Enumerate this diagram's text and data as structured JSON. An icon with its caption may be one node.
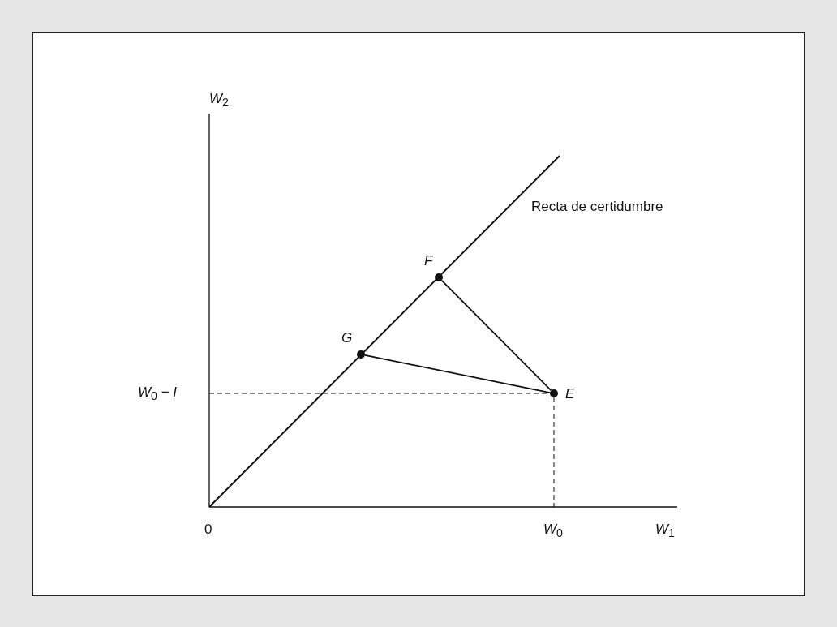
{
  "diagram": {
    "nodes": [
      {
        "text": [],
        "shape": "circle",
        "beside": [
          "F"
        ]
      },
      {
        "text": [],
        "shape": "circle",
        "beside": [
          "G"
        ]
      },
      {
        "text": [],
        "shape": "circle",
        "beside": [
          "E"
        ]
      }
    ],
    "edges": [
      {
        "from": 0,
        "to": 2,
        "arrow": "none"
      },
      {
        "from": 1,
        "to": 2,
        "arrow": "none"
      }
    ],
    "labels": [
      "*W*$_{2}$",
      "Recta de certidumbre",
      "*W*$_{0}$ − *I*",
      "0",
      "*W*$_{0}$",
      "*W*$_{1}$"
    ]
  }
}
